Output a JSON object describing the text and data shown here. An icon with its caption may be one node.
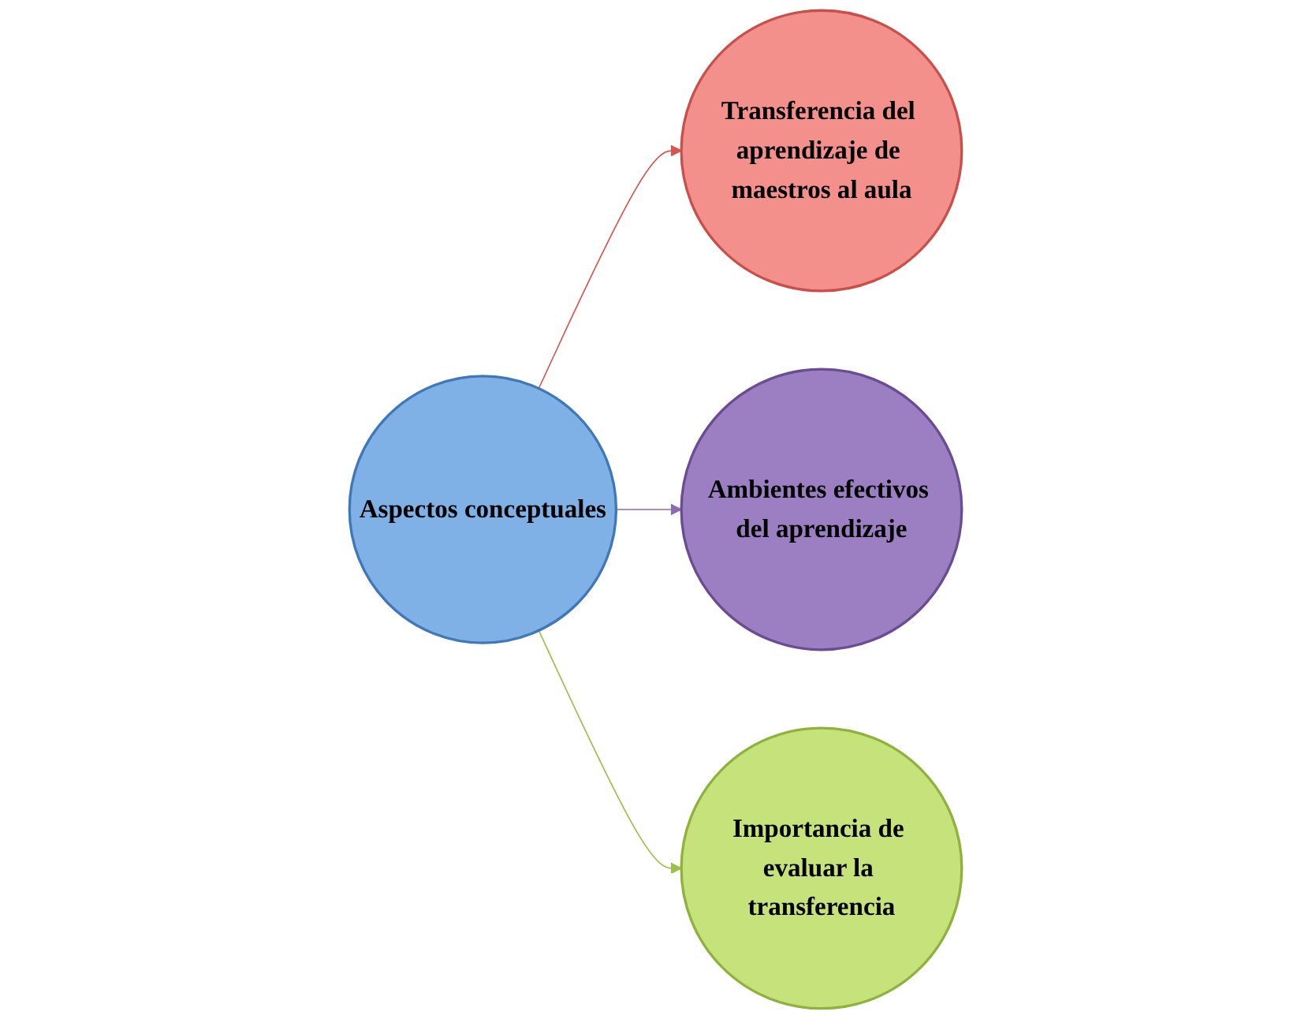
{
  "diagram": {
    "nodes": [
      {
        "text": [
          "Transferencia del aprendizaje de maestros al aula"
        ]
      },
      {
        "text": [
          "Aspectos conceptuales"
        ]
      },
      {
        "text": [
          "Ambientes efectivos del aprendizaje"
        ]
      },
      {
        "text": [
          "Importancia de evaluar la transferencia"
        ]
      }
    ],
    "edges": [
      {
        "from": 1,
        "to": 0,
        "arrow": "to",
        "color": "#d9534f"
      },
      {
        "from": 1,
        "to": 2,
        "arrow": "to",
        "color": "#8e6bb0"
      },
      {
        "from": 1,
        "to": 3,
        "arrow": "to",
        "color": "#9bc04a"
      }
    ]
  }
}
